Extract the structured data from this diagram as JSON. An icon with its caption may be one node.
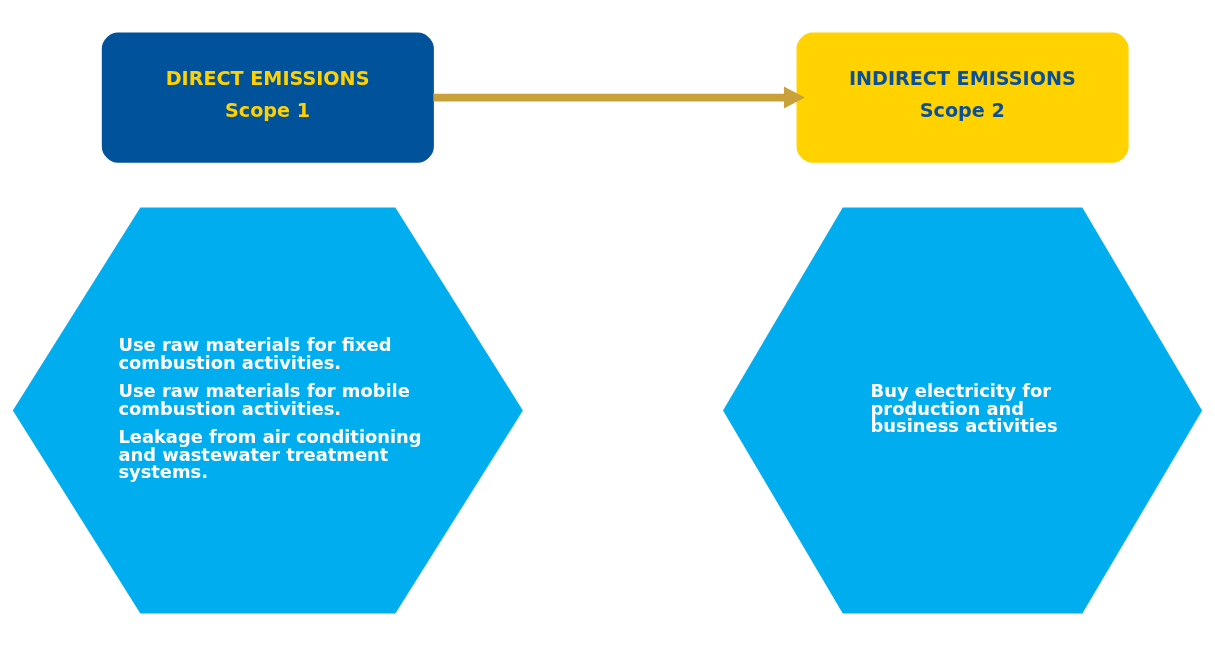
{
  "diagram": {
    "nodes": [
      {
        "text": [
          "DIRECT EMISSIONS",
          "Scope 1"
        ]
      },
      {
        "text": [
          "INDIRECT EMISSIONS",
          "Scope 2"
        ]
      },
      {
        "text": [
          "Use raw materials for fixed combustion activities.",
          "Use raw materials for mobile combustion activities.",
          "Leakage from air conditioning and wastewater treatment systems."
        ]
      },
      {
        "text": [
          "Buy electricity for production and business activities"
        ]
      }
    ],
    "edges": [
      {
        "from": 0,
        "to": 1,
        "arrow": "to"
      }
    ]
  }
}
